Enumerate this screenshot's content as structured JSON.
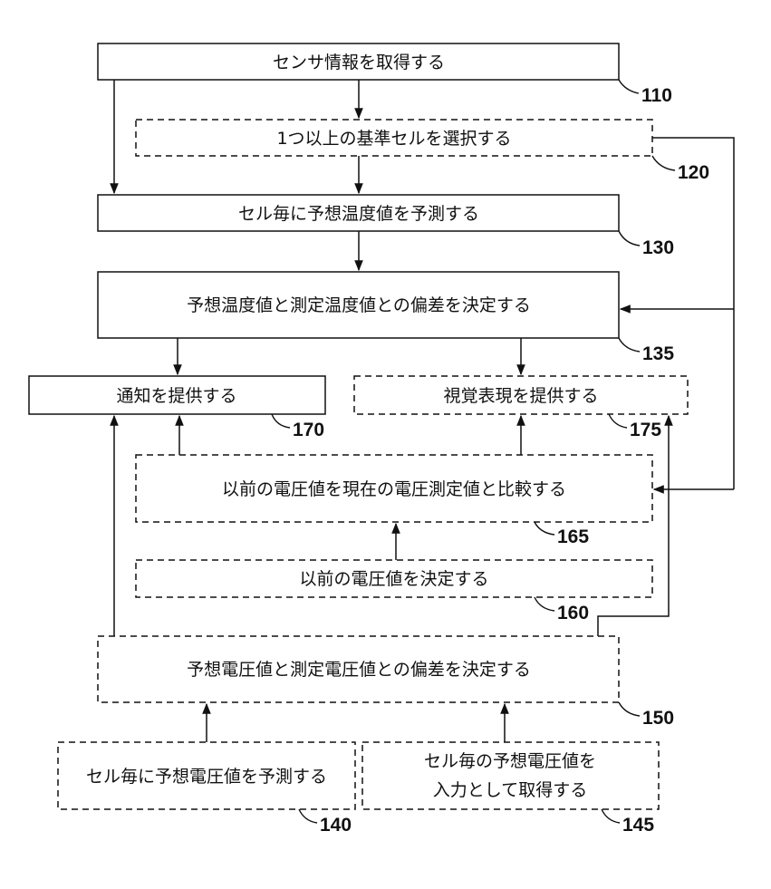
{
  "steps": {
    "s110": {
      "label": "センサ情報を取得する",
      "ref": "110"
    },
    "s120": {
      "label": "1つ以上の基準セルを選択する",
      "ref": "120"
    },
    "s130": {
      "label": "セル毎に予想温度値を予測する",
      "ref": "130"
    },
    "s135": {
      "label": "予想温度値と測定温度値との偏差を決定する",
      "ref": "135"
    },
    "s170": {
      "label": "通知を提供する",
      "ref": "170"
    },
    "s175": {
      "label": "視覚表現を提供する",
      "ref": "175"
    },
    "s165": {
      "label": "以前の電圧値を現在の電圧測定値と比較する",
      "ref": "165"
    },
    "s160": {
      "label": "以前の電圧値を決定する",
      "ref": "160"
    },
    "s150": {
      "label": "予想電圧値と測定電圧値との偏差を決定する",
      "ref": "150"
    },
    "s140": {
      "label": "セル毎に予想電圧値を予測する",
      "ref": "140"
    },
    "s145": {
      "label_line1": "セル毎の予想電圧値を",
      "label_line2": "入力として取得する",
      "ref": "145"
    }
  }
}
